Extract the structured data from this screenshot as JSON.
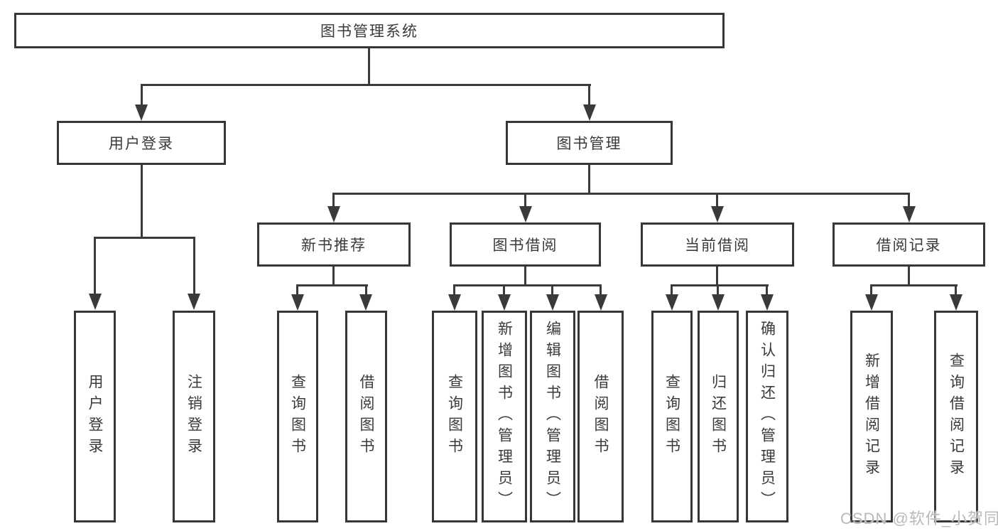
{
  "diagram": {
    "root": {
      "label": "图书管理系统"
    },
    "level2": [
      {
        "label": "用户登录"
      },
      {
        "label": "图书管理"
      }
    ],
    "level3": [
      {
        "label": "新书推荐"
      },
      {
        "label": "图书借阅"
      },
      {
        "label": "当前借阅"
      },
      {
        "label": "借阅记录"
      }
    ],
    "leaves": {
      "user_login": [
        "用户登录",
        "注销登录"
      ],
      "new_books": [
        "查询图书",
        "借阅图书"
      ],
      "borrow": [
        "查询图书",
        "新增图书（管理员）",
        "编辑图书（管理员）",
        "借阅图书"
      ],
      "current": [
        "查询图书",
        "归还图书",
        "确认归还（管理员）"
      ],
      "records": [
        "新增借阅记录",
        "查询借阅记录"
      ]
    },
    "line_color": "#3a3a3a"
  },
  "watermark": {
    "text": "CSDN @软件_小贺同学",
    "color": "#b9b9b9"
  }
}
